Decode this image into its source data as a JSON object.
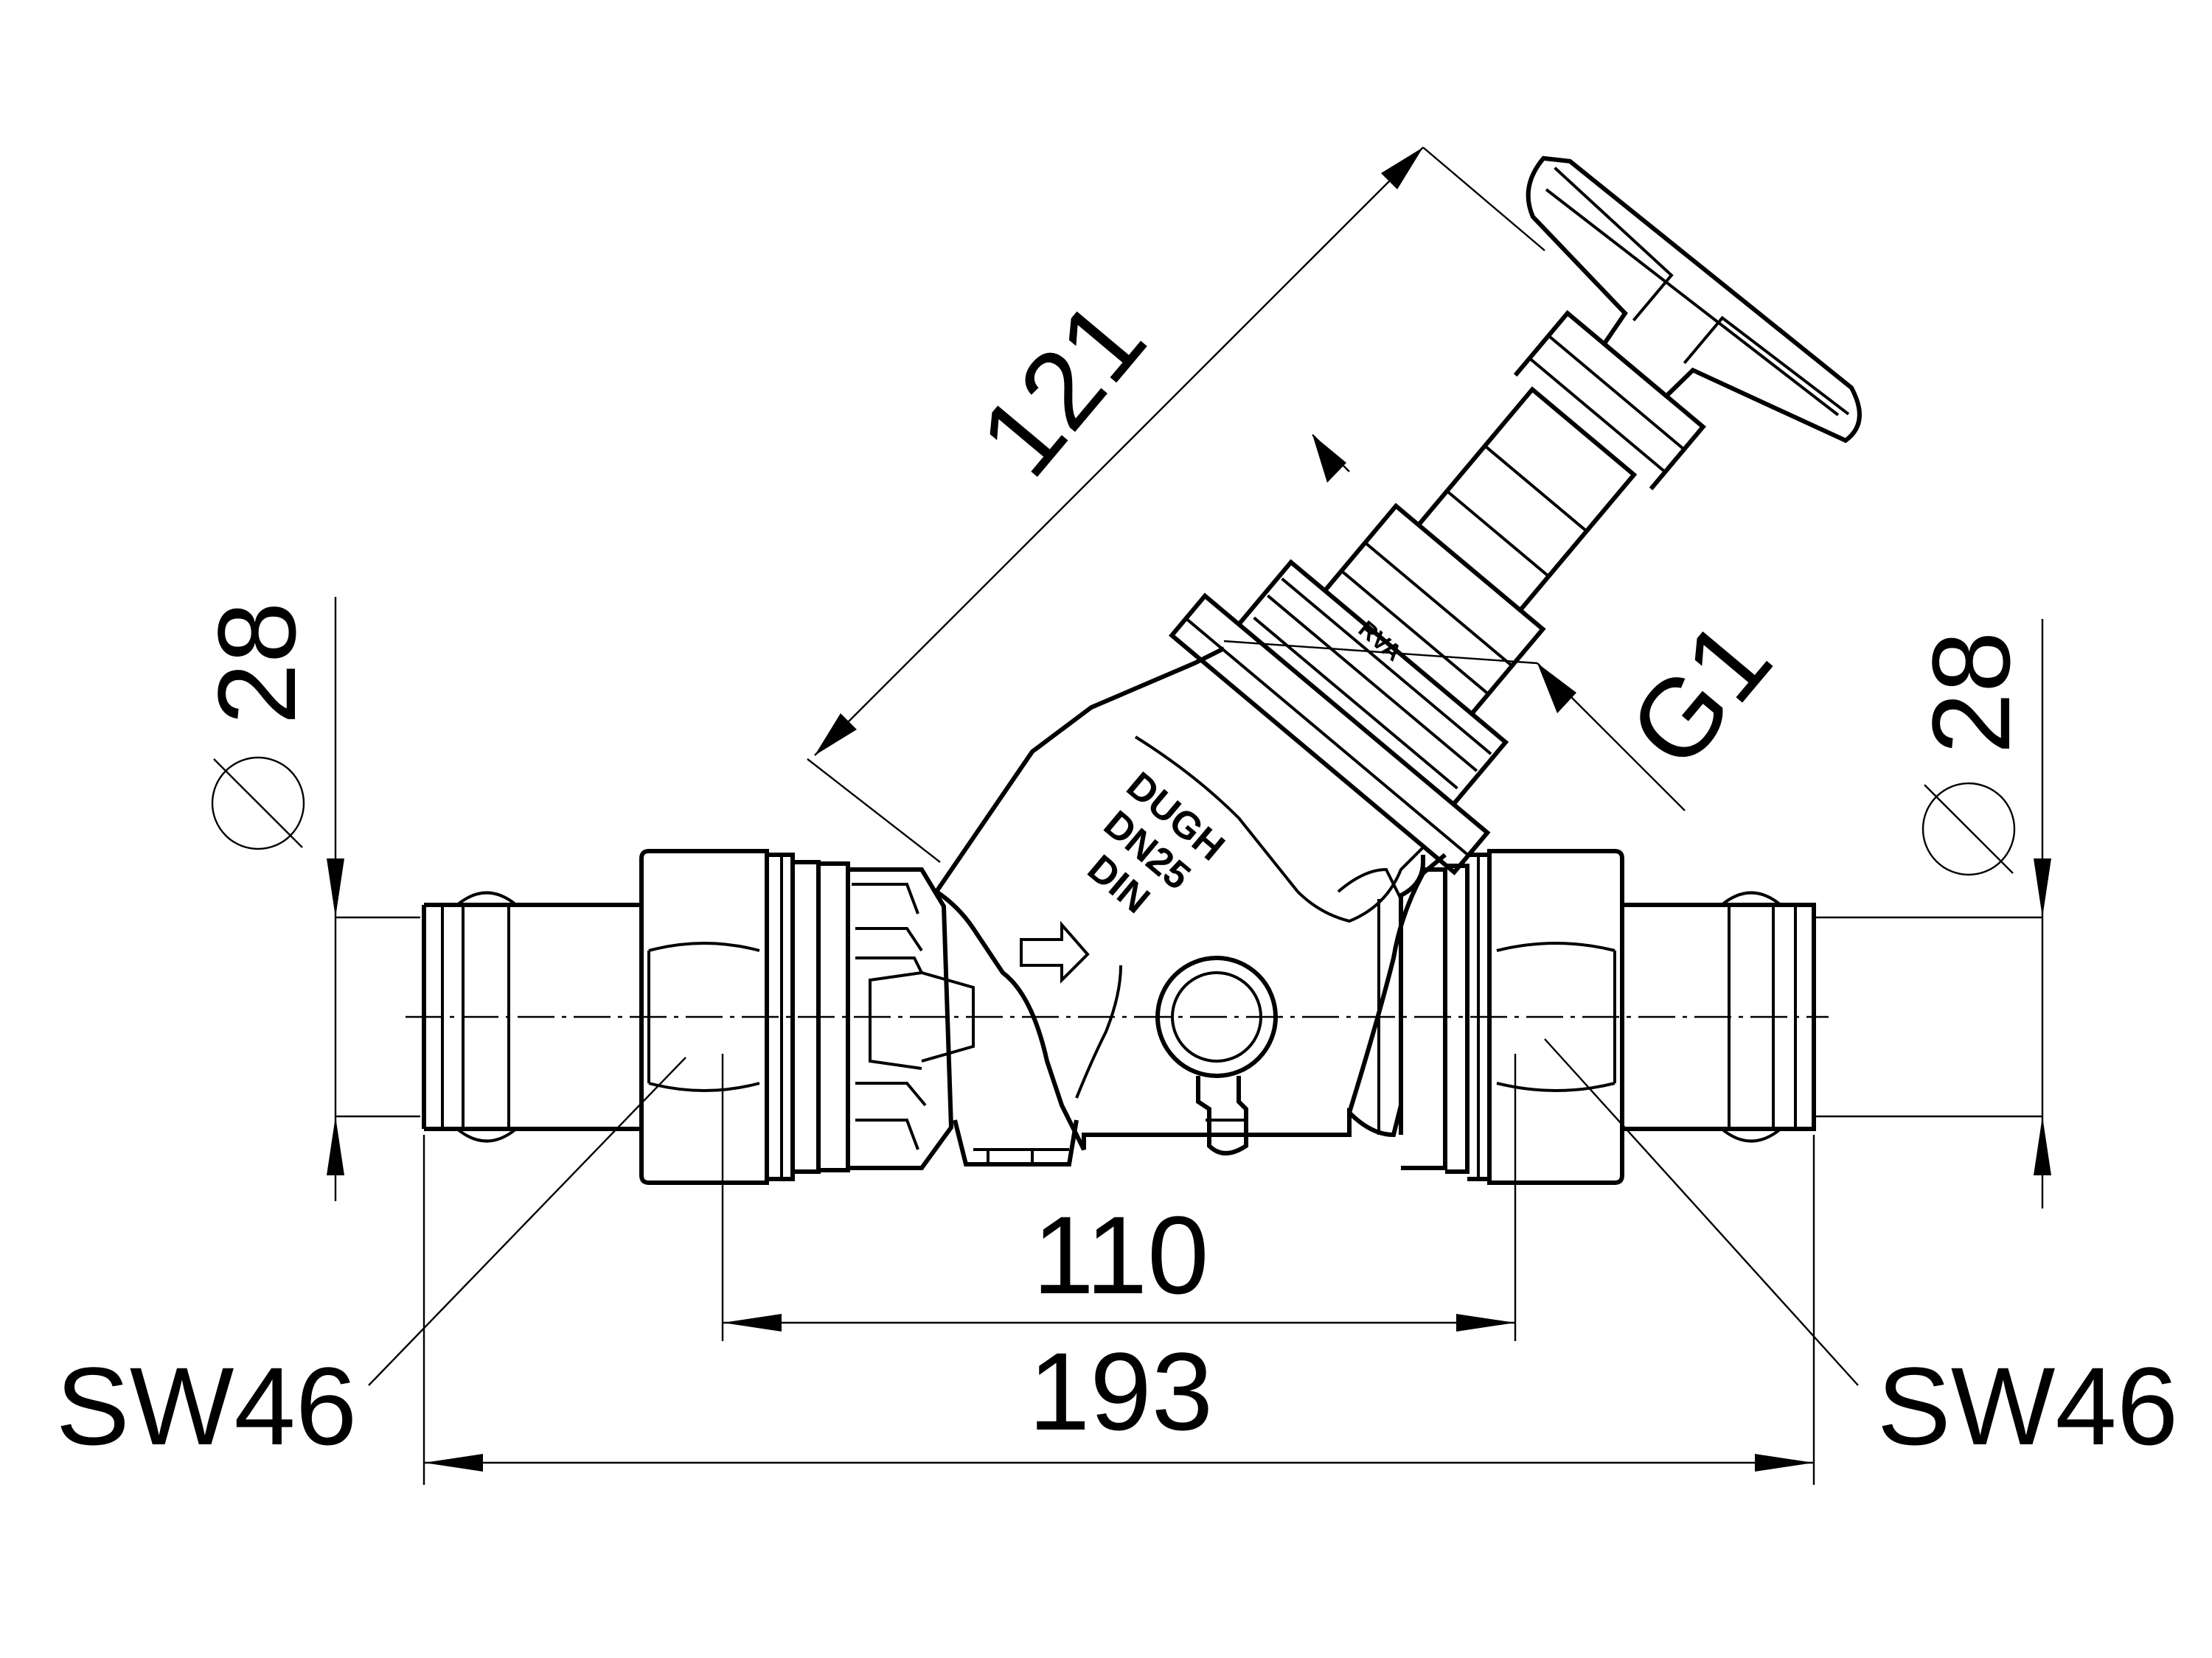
{
  "drawing": {
    "dimensions": {
      "angled_length": "121",
      "pipe_dia_left": "28",
      "pipe_dia_right": "28",
      "thread": "G1",
      "nut_spacing": "110",
      "overall_length": "193",
      "wrench_left": "SW46",
      "wrench_right": "SW46"
    },
    "body_markings": {
      "brand": "DUGH",
      "size": "DN25",
      "standard": "DIN",
      "bonnet": "RVA"
    }
  }
}
